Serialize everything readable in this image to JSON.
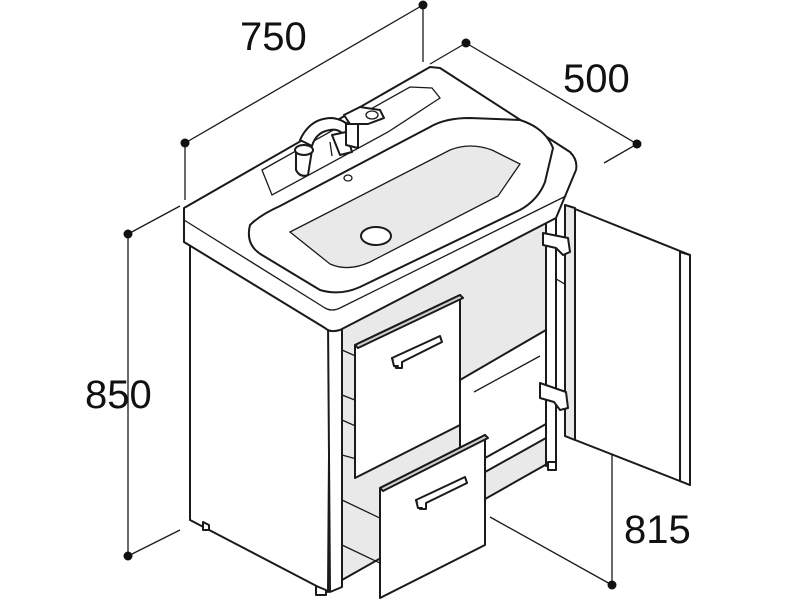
{
  "dimensions": {
    "width": "750",
    "depth": "500",
    "height": "850",
    "counter_height": "815"
  }
}
